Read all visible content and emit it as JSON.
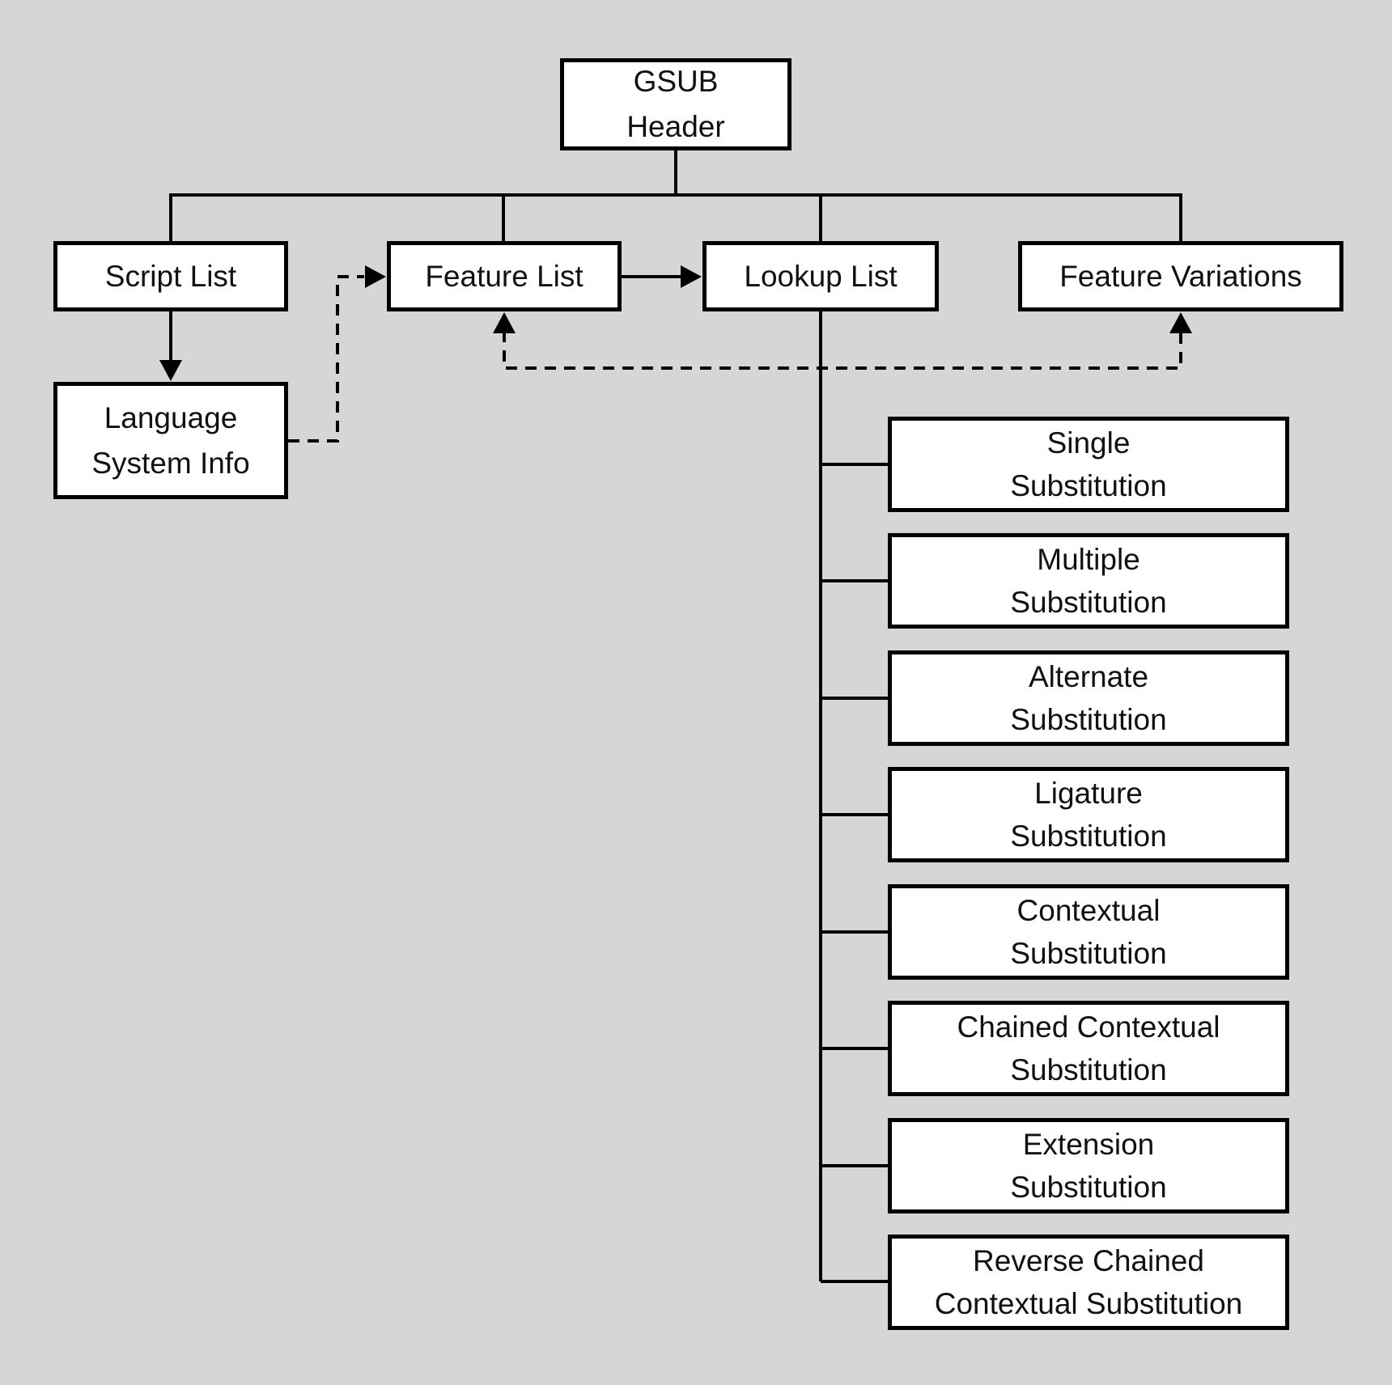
{
  "diagram": {
    "nodes": {
      "gsub_header": {
        "lines": [
          "GSUB",
          "Header"
        ]
      },
      "script_list": {
        "lines": [
          "Script List"
        ]
      },
      "feature_list": {
        "lines": [
          "Feature List"
        ]
      },
      "lookup_list": {
        "lines": [
          "Lookup List"
        ]
      },
      "feature_variations": {
        "lines": [
          "Feature Variations"
        ]
      },
      "language_system_info": {
        "lines": [
          "Language",
          "System Info"
        ]
      },
      "lookup_types": [
        {
          "lines": [
            "Single",
            "Substitution"
          ]
        },
        {
          "lines": [
            "Multiple",
            "Substitution"
          ]
        },
        {
          "lines": [
            "Alternate",
            "Substitution"
          ]
        },
        {
          "lines": [
            "Ligature",
            "Substitution"
          ]
        },
        {
          "lines": [
            "Contextual",
            "Substitution"
          ]
        },
        {
          "lines": [
            "Chained Contextual",
            "Substitution"
          ]
        },
        {
          "lines": [
            "Extension",
            "Substitution"
          ]
        },
        {
          "lines": [
            "Reverse Chained",
            "Contextual Substitution"
          ]
        }
      ]
    },
    "colors": {
      "background": "#d6d6d6",
      "node_fill": "#ffffff",
      "line": "#000000",
      "text": "#111111"
    }
  }
}
